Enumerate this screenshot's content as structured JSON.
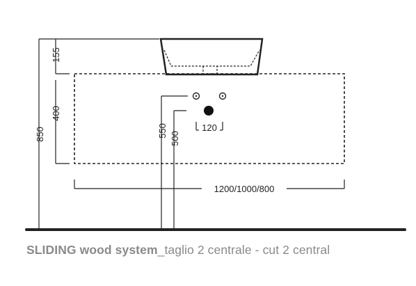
{
  "dimensions": {
    "basin_height": "155",
    "cabinet_height": "400",
    "total_height": "850",
    "drain_height_1": "550",
    "drain_height_2": "500",
    "drain_spacing": "120",
    "cabinet_width": "1200/1000/800"
  },
  "caption": {
    "bold": "SLIDING wood system",
    "italian": "_taglio 2 centrale",
    "separator": " - ",
    "english": "cut 2 central"
  },
  "colors": {
    "line": "#222222",
    "caption": "#8a8a8a",
    "floor": "#222222"
  }
}
